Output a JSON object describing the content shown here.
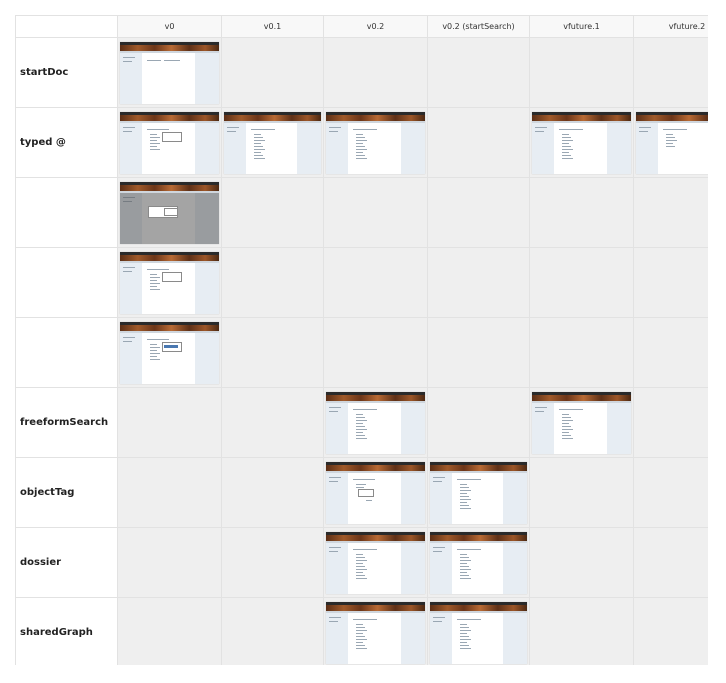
{
  "columns": [
    "v0",
    "v0.1",
    "v0.2",
    "v0.2 (startSearch)",
    "vfuture.1",
    "vfuture.2"
  ],
  "rows": [
    {
      "label": "startDoc"
    },
    {
      "label": "typed @"
    },
    {
      "label": ""
    },
    {
      "label": ""
    },
    {
      "label": ""
    },
    {
      "label": "freeformSearch"
    },
    {
      "label": "objectTag"
    },
    {
      "label": "dossier"
    },
    {
      "label": "sharedGraph"
    }
  ],
  "cells": [
    [
      "doc",
      null,
      null,
      null,
      null,
      null
    ],
    [
      "list-panel",
      "list",
      "list",
      null,
      "list",
      "list-short"
    ],
    [
      "modal",
      null,
      null,
      null,
      null,
      null
    ],
    [
      "list-panel",
      null,
      null,
      null,
      null,
      null
    ],
    [
      "list-select",
      null,
      null,
      null,
      null,
      null
    ],
    [
      null,
      null,
      "list",
      null,
      "list",
      null
    ],
    [
      null,
      null,
      "tag",
      "list",
      null,
      null
    ],
    [
      null,
      null,
      "list",
      "list",
      null,
      null
    ],
    [
      null,
      null,
      "list",
      "list",
      null,
      null
    ]
  ],
  "colors": {
    "header_band": "#a05a2a",
    "cell_background": "#efefef",
    "grid_line": "#e2e2e2"
  }
}
